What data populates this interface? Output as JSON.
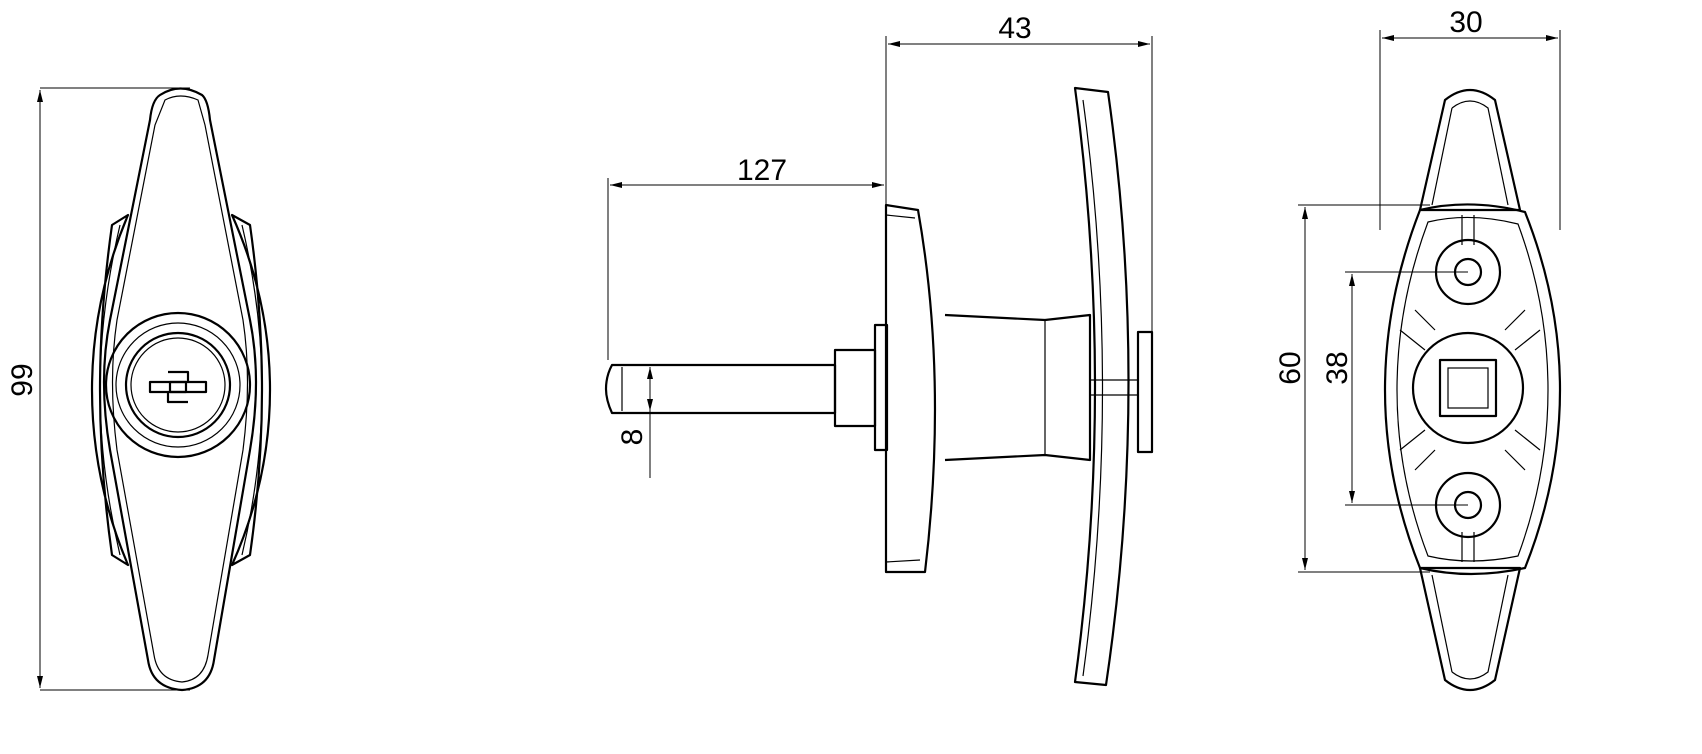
{
  "title": "T-handle lock technical drawing",
  "views": {
    "front": {
      "dimensions": {
        "height": "99"
      }
    },
    "side": {
      "dimensions": {
        "shaft_length": "127",
        "depth": "43",
        "shaft_square": "8"
      }
    },
    "rear": {
      "dimensions": {
        "width": "30",
        "base_height": "60",
        "hole_spacing": "38"
      }
    }
  },
  "colors": {
    "line": "#000000",
    "background": "#ffffff"
  }
}
